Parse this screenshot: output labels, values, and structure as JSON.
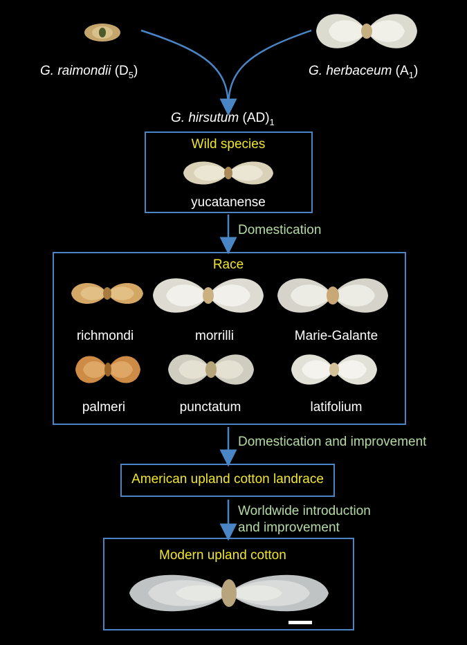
{
  "parents": {
    "d5": {
      "genus": "G.",
      "species": "raimondii",
      "genome": "D",
      "sub": "5"
    },
    "a1": {
      "genus": "G.",
      "species": "herbaceum",
      "genome": "A",
      "sub": "1"
    }
  },
  "hybrid": {
    "genus": "G.",
    "species": "hirsutum",
    "genome": "AD",
    "sub": "1"
  },
  "wild": {
    "title": "Wild species",
    "sample": "yucatanense"
  },
  "step1": "Domestication",
  "race": {
    "title": "Race",
    "samples": [
      "richmondi",
      "morrilli",
      "Marie-Galante",
      "palmeri",
      "punctatum",
      "latifolium"
    ]
  },
  "step2": "Domestication and improvement",
  "landrace": {
    "title": "American upland cotton landrace"
  },
  "step3": {
    "line1": "Worldwide introduction",
    "line2": "and improvement"
  },
  "modern": {
    "title": "Modern upland cotton"
  },
  "colors": {
    "arrow": "#4a86c5",
    "box_border": "#4a86c5",
    "title_yellow": "#f1e62b",
    "step_green": "#b5dba4",
    "fiber_white": "#e8e6dc",
    "fiber_tan": "#d6ac6a",
    "fiber_brown": "#c88442"
  }
}
